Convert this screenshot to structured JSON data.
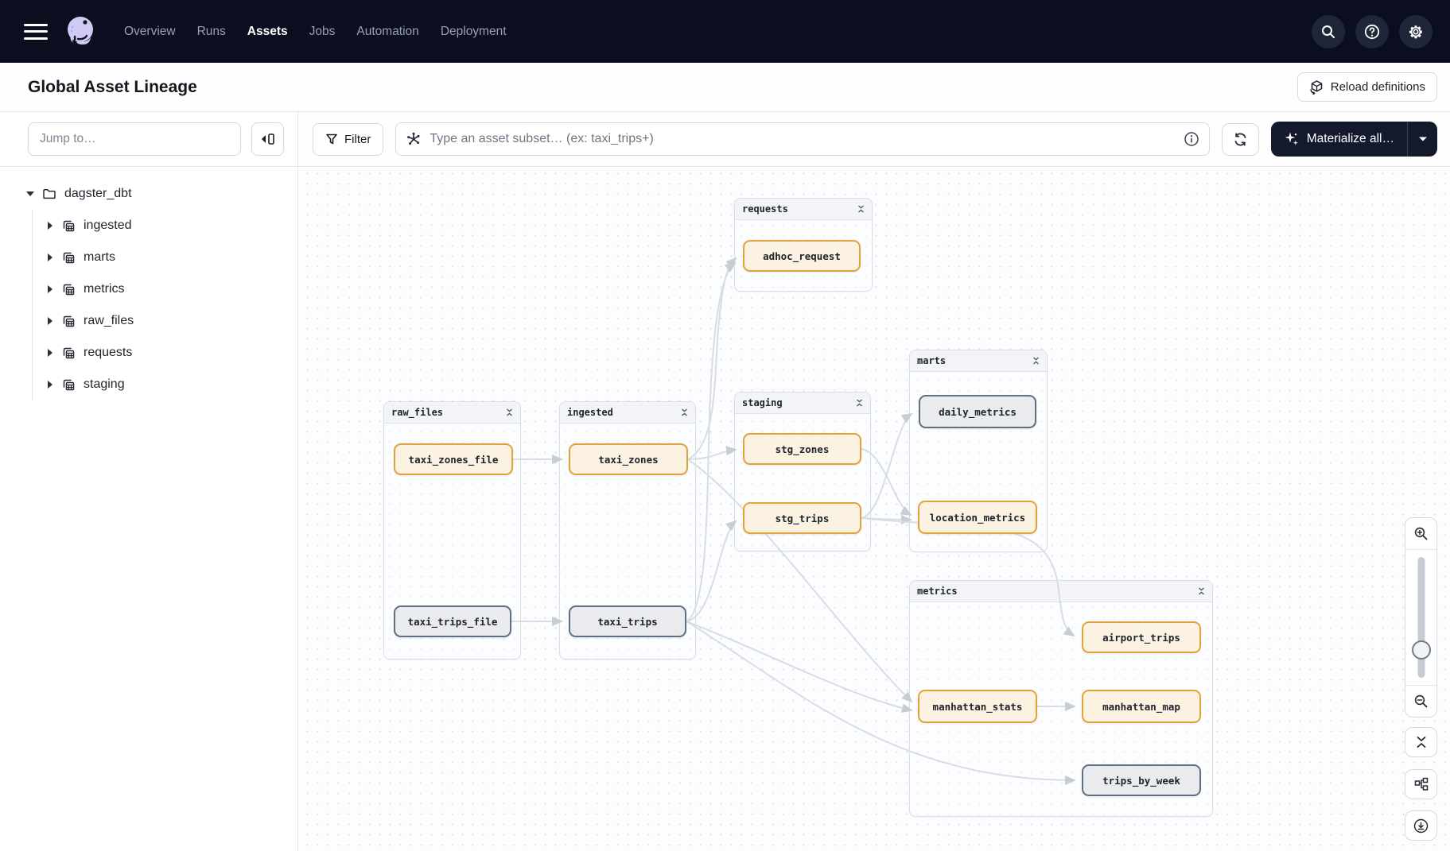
{
  "topbar": {
    "nav": [
      "Overview",
      "Runs",
      "Assets",
      "Jobs",
      "Automation",
      "Deployment"
    ],
    "active": "Assets"
  },
  "header": {
    "title": "Global Asset Lineage",
    "reload_label": "Reload definitions"
  },
  "sidebar": {
    "jump_placeholder": "Jump to…",
    "tree": {
      "root": "dagster_dbt",
      "children": [
        "ingested",
        "marts",
        "metrics",
        "raw_files",
        "requests",
        "staging"
      ]
    }
  },
  "toolbar": {
    "filter_label": "Filter",
    "subset_placeholder": "Type an asset subset… (ex: taxi_trips+)",
    "materialize_label": "Materialize all…"
  },
  "graph": {
    "groups": [
      {
        "id": "requests",
        "name": "requests",
        "nodes": [
          {
            "id": "adhoc_request",
            "label": "adhoc_request",
            "state": "stale"
          }
        ]
      },
      {
        "id": "raw_files",
        "name": "raw_files",
        "nodes": [
          {
            "id": "taxi_zones_file",
            "label": "taxi_zones_file",
            "state": "stale"
          },
          {
            "id": "taxi_trips_file",
            "label": "taxi_trips_file",
            "state": "fresh"
          }
        ]
      },
      {
        "id": "ingested",
        "name": "ingested",
        "nodes": [
          {
            "id": "taxi_zones",
            "label": "taxi_zones",
            "state": "stale"
          },
          {
            "id": "taxi_trips",
            "label": "taxi_trips",
            "state": "fresh"
          }
        ]
      },
      {
        "id": "staging",
        "name": "staging",
        "nodes": [
          {
            "id": "stg_zones",
            "label": "stg_zones",
            "state": "stale"
          },
          {
            "id": "stg_trips",
            "label": "stg_trips",
            "state": "stale"
          }
        ]
      },
      {
        "id": "marts",
        "name": "marts",
        "nodes": [
          {
            "id": "daily_metrics",
            "label": "daily_metrics",
            "state": "fresh"
          },
          {
            "id": "location_metrics",
            "label": "location_metrics",
            "state": "stale"
          }
        ]
      },
      {
        "id": "metrics",
        "name": "metrics",
        "nodes": [
          {
            "id": "airport_trips",
            "label": "airport_trips",
            "state": "stale"
          },
          {
            "id": "manhattan_stats",
            "label": "manhattan_stats",
            "state": "stale"
          },
          {
            "id": "manhattan_map",
            "label": "manhattan_map",
            "state": "stale"
          },
          {
            "id": "trips_by_week",
            "label": "trips_by_week",
            "state": "fresh"
          }
        ]
      }
    ],
    "edges": [
      {
        "from": "taxi_zones_file",
        "to": "taxi_zones"
      },
      {
        "from": "taxi_trips_file",
        "to": "taxi_trips"
      },
      {
        "from": "taxi_zones",
        "to": "adhoc_request"
      },
      {
        "from": "taxi_trips",
        "to": "adhoc_request"
      },
      {
        "from": "taxi_zones",
        "to": "stg_zones"
      },
      {
        "from": "taxi_trips",
        "to": "stg_trips"
      },
      {
        "from": "taxi_zones",
        "to": "manhattan_stats"
      },
      {
        "from": "taxi_trips",
        "to": "manhattan_stats"
      },
      {
        "from": "taxi_trips",
        "to": "trips_by_week"
      },
      {
        "from": "stg_zones",
        "to": "location_metrics"
      },
      {
        "from": "stg_trips",
        "to": "daily_metrics"
      },
      {
        "from": "stg_trips",
        "to": "location_metrics"
      },
      {
        "from": "stg_trips",
        "to": "airport_trips"
      },
      {
        "from": "manhattan_stats",
        "to": "manhattan_map"
      }
    ]
  },
  "colors": {
    "topbar": "#0B0E1E",
    "accent_button": "#141A2B",
    "stale_border": "#E2A33C",
    "stale_fill": "#FBF2E2",
    "fresh_border": "#5E7081",
    "fresh_fill": "#E9EBEE",
    "edge": "#D9DDE3"
  }
}
